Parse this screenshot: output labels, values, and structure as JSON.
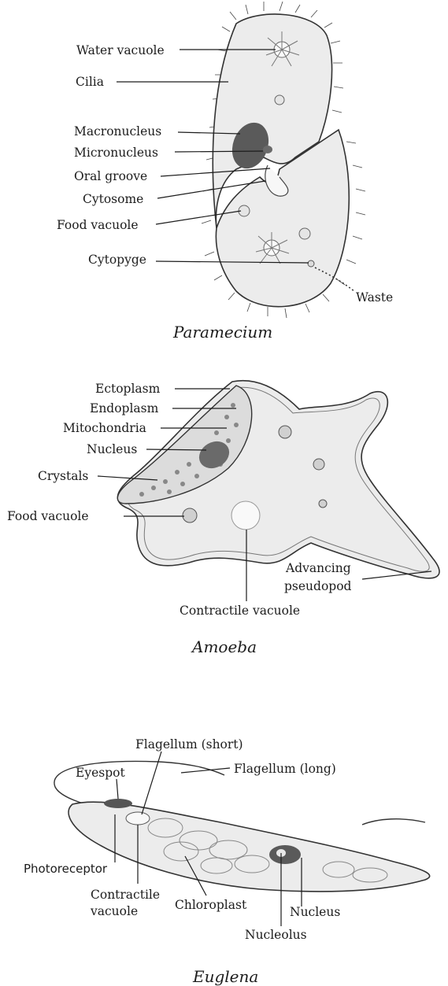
{
  "paramecium": {
    "caption": "Paramecium",
    "labels": {
      "water_vacuole": "Water vacuole",
      "cilia": "Cilia",
      "macronucleus": "Macronucleus",
      "micronucleus": "Micronucleus",
      "oral_groove": "Oral groove",
      "cytosome": "Cytosome",
      "food_vacuole": "Food vacuole",
      "cytopyge": "Cytopyge",
      "waste": "Waste"
    }
  },
  "amoeba": {
    "caption": "Amoeba",
    "labels": {
      "ectoplasm": "Ectoplasm",
      "endoplasm": "Endoplasm",
      "mitochondria": "Mitochondria",
      "nucleus": "Nucleus",
      "crystals": "Crystals",
      "food_vacuole": "Food vacuole",
      "advancing_1": "Advancing",
      "advancing_2": "pseudopod",
      "contractile_vacuole": "Contractile vacuole"
    }
  },
  "euglena": {
    "caption": "Euglena",
    "labels": {
      "flagellum_short": "Flagellum (short)",
      "eyespot": "Eyespot",
      "flagellum_long": "Flagellum (long)",
      "photoreceptor": "Photoreceptor",
      "contractile_1": "Contractile",
      "contractile_2": "vacuole",
      "chloroplast": "Chloroplast",
      "nucleus": "Nucleus",
      "nucleolus": "Nucleolus"
    }
  }
}
